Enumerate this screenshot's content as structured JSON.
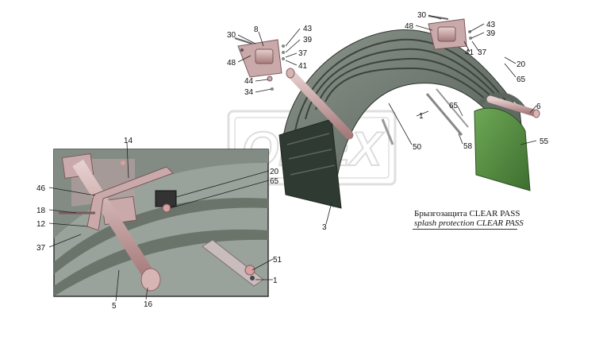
{
  "caption": {
    "ru": "Брызгозащита CLEAR PASS",
    "en": "splash protection CLEAR PASS"
  },
  "watermark": "OMEX",
  "colors": {
    "fender": "#6f7a70",
    "fender_dark": "#4a544c",
    "mudflap": "#2f3a33",
    "green_guard": "#4f8a3c",
    "bracket": "#c9a9a9",
    "tube": "#b88e8e",
    "inset_bg": "#9aa39b"
  },
  "callouts": {
    "main": [
      "30",
      "8",
      "43",
      "39",
      "37",
      "41",
      "48",
      "44",
      "34",
      "30",
      "48",
      "43",
      "39",
      "41",
      "37",
      "20",
      "65",
      "65",
      "6",
      "1",
      "58",
      "50",
      "55",
      "3",
      "20",
      "65"
    ],
    "inset": [
      "14",
      "46",
      "18",
      "12",
      "37",
      "5",
      "16",
      "51",
      "1"
    ]
  }
}
